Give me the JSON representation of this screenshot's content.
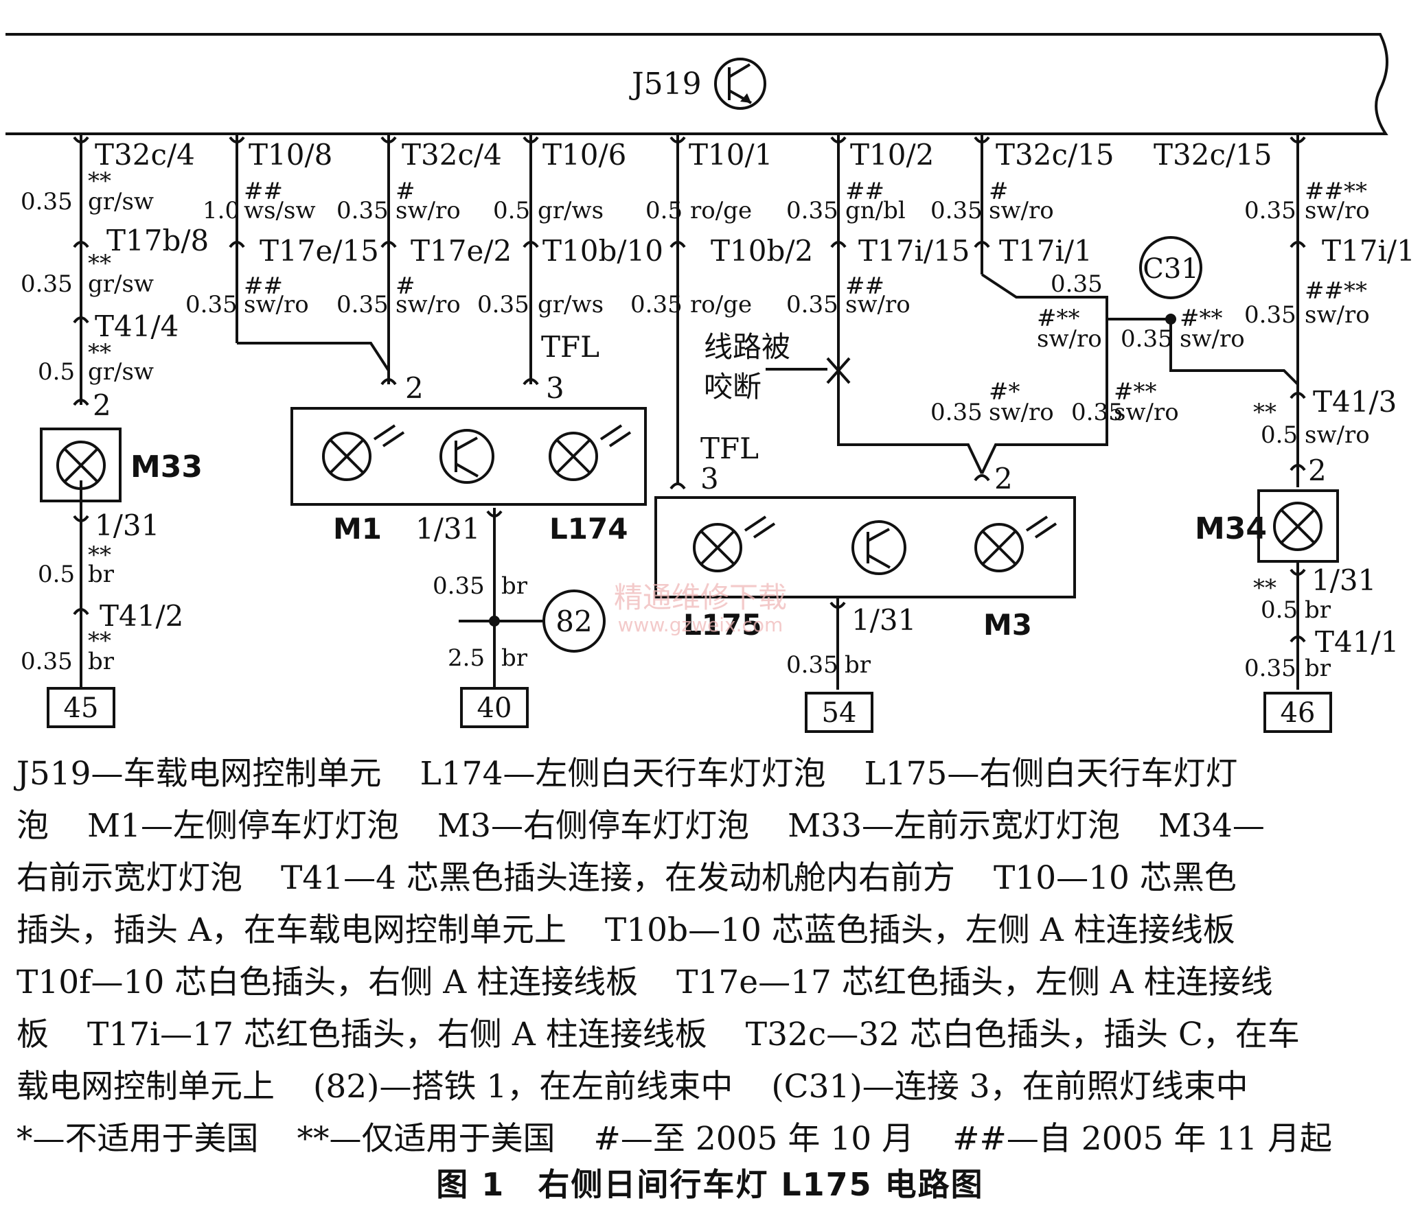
{
  "diagram": {
    "module": "J519",
    "pins_top": [
      "T32c/4",
      "T10/8",
      "T32c/4",
      "T10/6",
      "T10/1",
      "T10/2",
      "T32c/15",
      "T32c/15"
    ],
    "wire_upper": [
      {
        "mark": "**",
        "gauge": "0.35",
        "color": "gr/sw"
      },
      {
        "mark": "##",
        "gauge": "1.0",
        "color": "ws/sw"
      },
      {
        "mark": "#",
        "gauge": "0.35",
        "color": "sw/ro"
      },
      {
        "mark": "",
        "gauge": "0.5",
        "color": "gr/ws"
      },
      {
        "mark": "",
        "gauge": "0.5",
        "color": "ro/ge"
      },
      {
        "mark": "##",
        "gauge": "0.35",
        "color": "gn/bl"
      },
      {
        "mark": "#",
        "gauge": "0.35",
        "color": "sw/ro"
      },
      {
        "mark": "##**",
        "gauge": "0.35",
        "color": "sw/ro"
      }
    ],
    "pins_mid": [
      "T17b/8",
      "T17e/15",
      "T17e/2",
      "T10b/10",
      "T10b/2",
      "T17i/15",
      "T17i/1",
      "T17i/1"
    ],
    "wire_lower": [
      {
        "mark": "**",
        "gauge": "0.35",
        "color": "gr/sw"
      },
      {
        "mark": "##",
        "gauge": "0.35",
        "color": "sw/ro"
      },
      {
        "mark": "#",
        "gauge": "0.35",
        "color": "sw/ro"
      },
      {
        "mark": "",
        "gauge": "0.35",
        "color": "gr/ws"
      },
      {
        "mark": "",
        "gauge": "0.35",
        "color": "ro/ge"
      },
      {
        "mark": "##",
        "gauge": "0.35",
        "color": "sw/ro"
      },
      {
        "mark": "##**",
        "gauge": "0.35",
        "color": "sw/ro"
      }
    ],
    "left": {
      "t41_4": "T41/4",
      "w3": {
        "mark": "**",
        "gauge": "0.5",
        "color": "gr/sw"
      },
      "pin2": "2",
      "bulb": "M33",
      "pin131": "1/31",
      "w4": {
        "mark": "**",
        "gauge": "0.5",
        "color": "br"
      },
      "t41_2": "T41/2",
      "w5": {
        "mark": "**",
        "gauge": "0.35",
        "color": "br"
      },
      "ground": "45"
    },
    "m1": {
      "pin2": "2",
      "pin3": "3",
      "tfl": "TFL",
      "label_left": "M1",
      "label_right": "L174",
      "pin131": "1/31",
      "w1": {
        "gauge": "0.35",
        "color": "br"
      },
      "splice": "82",
      "w2": {
        "gauge": "2.5",
        "color": "br"
      },
      "ground": "40"
    },
    "m3": {
      "tfl": "TFL",
      "pin3": "3",
      "pin2": "2",
      "label_left": "L175",
      "label_right": "M3",
      "pin131": "1/31",
      "w1": {
        "gauge": "0.35",
        "color": "br"
      },
      "ground": "54",
      "fault_note": "线路被咬断",
      "fault_note_l1": "线路被",
      "fault_note_l2": "咬断",
      "w_a": {
        "mark": "#*",
        "gauge": "0.35",
        "color": "sw/ro"
      },
      "w_b": {
        "mark": "#**",
        "gauge": "0.35",
        "color": "sw/ro"
      }
    },
    "c31": {
      "label": "C31",
      "w_top": {
        "gauge": "0.35"
      },
      "w_left": {
        "mark": "#**",
        "color": "sw/ro"
      },
      "w_right": {
        "mark": "#**",
        "gauge": "0.35",
        "color": "sw/ro"
      }
    },
    "right": {
      "t41_3": "T41/3",
      "w3": {
        "mark": "**",
        "gauge": "0.5",
        "color": "sw/ro"
      },
      "pin2": "2",
      "bulb": "M34",
      "pin131": "1/31",
      "w4": {
        "mark": "**",
        "gauge": "0.5",
        "color": "br"
      },
      "t41_1": "T41/1",
      "w5": {
        "gauge": "0.35",
        "color": "br"
      },
      "ground": "46"
    },
    "watermark": {
      "line1": "精通维修下载",
      "line2": "www.gzweix.com"
    }
  },
  "caption": {
    "lines": [
      [
        "J519—车载电网控制单元",
        "L174—左侧白天行车灯灯泡",
        "L175—右侧白天行车灯灯"
      ],
      [
        "泡",
        "M1—左侧停车灯灯泡",
        "M3—右侧停车灯灯泡",
        "M33—左前示宽灯灯泡",
        "M34—"
      ],
      [
        "右前示宽灯灯泡",
        "T41—4 芯黑色插头连接，在发动机舱内右前方",
        "T10—10 芯黑色"
      ],
      [
        "插头，插头 A，在车载电网控制单元上",
        "T10b—10 芯蓝色插头，左侧 A 柱连接线板"
      ],
      [
        "T10f—10 芯白色插头，右侧 A 柱连接线板",
        "T17e—17 芯红色插头，左侧 A 柱连接线"
      ],
      [
        "板",
        "T17i—17 芯红色插头，右侧 A 柱连接线板",
        "T32c—32 芯白色插头，插头 C，在车"
      ],
      [
        "载电网控制单元上",
        "(82)—搭铁 1，在左前线束中",
        "(C31)—连接 3，在前照灯线束中"
      ],
      [
        "*—不适用于美国",
        "**—仅适用于美国",
        "#—至 2005 年 10 月",
        "##—自 2005 年 11 月起"
      ]
    ],
    "figure_title": "图 1　右侧日间行车灯 L175 电路图"
  }
}
